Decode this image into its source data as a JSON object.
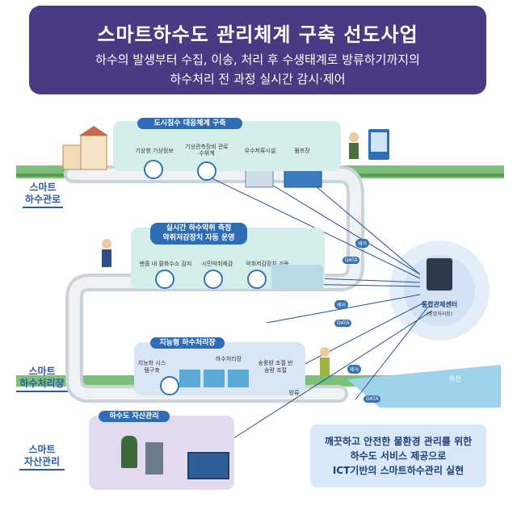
{
  "header": {
    "title": "스마트하수도 관리체계 구축 선도사업",
    "subtitle1": "하수의 발생부터 수집, 이송, 처리 후 수생태계로 방류하기까지의",
    "subtitle2": "하수처리 전 과정 실시간 감시·제어"
  },
  "sections": {
    "pipe": [
      "스마트",
      "하수관로"
    ],
    "plant": [
      "스마트",
      "하수처리장"
    ],
    "asset": [
      "스마트",
      "자산관리"
    ]
  },
  "panel1": {
    "title": "도시침수 대응체계 구축",
    "items": [
      "기상청 기상정보",
      "기상관측장비 관로 수위계",
      "우수저류시설",
      "펌프장"
    ]
  },
  "panel2": {
    "title_line1": "실시간 하수악취 측정",
    "title_line2": "악취저감장치 자동 운영",
    "items": [
      "맨홀 내 황화수소 감지",
      "시민악취제감",
      "악취저감장치 가동"
    ]
  },
  "panel3": {
    "title": "지능형 하수처리장",
    "items": [
      "지능화 시스템구축",
      "하수처리장",
      "송풍량 조절 반송량 조절",
      "방류"
    ]
  },
  "panel4": {
    "title": "하수도 자산관리"
  },
  "center": {
    "name": "통합관제센터",
    "sub": "(중앙처리장)"
  },
  "river": "하천",
  "tags": {
    "control": "제어",
    "data": "DATA"
  },
  "bottom": {
    "line1": "깨끗하고 안전한 물환경 관리를 위한",
    "line2": "하수도 서비스 제공으로",
    "line3": "ICT기반의 스마트하수관리 실현"
  },
  "colors": {
    "header": "#4a3a83",
    "pipe": "#dfe6ea",
    "panel_teal": "#d5eeec",
    "panel_blue": "#d9e6f5",
    "panel_purple": "#e3daf0",
    "label": "#2a5aa8"
  }
}
